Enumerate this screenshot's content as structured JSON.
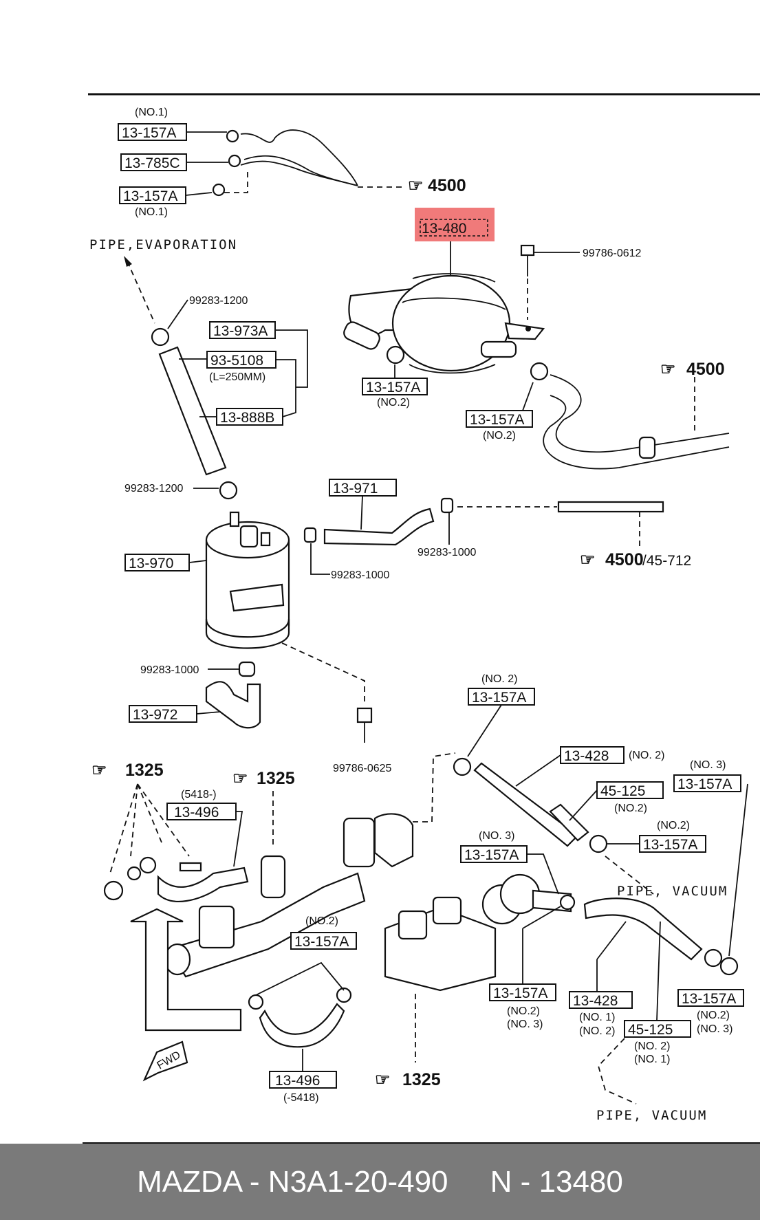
{
  "labels": {
    "l_157a_1": "13-157A",
    "l_785c": "13-785C",
    "l_157a_2": "13-157A",
    "l_480": "13-480",
    "l_973a": "13-973A",
    "l_5108": "93-5108",
    "l_888b": "13-888B",
    "l_157a_3": "13-157A",
    "l_157a_4": "13-157A",
    "l_971": "13-971",
    "l_970": "13-970",
    "l_972": "13-972",
    "l_496a": "13-496",
    "l_157a_5": "13-157A",
    "l_428a": "13-428",
    "l_125a": "45-125",
    "l_157a_6": "13-157A",
    "l_157a_7": "13-157A",
    "l_157a_8": "13-157A",
    "l_157a_9": "13-157A",
    "l_428b": "13-428",
    "l_125b": "45-125",
    "l_157a_10": "13-157A",
    "l_157a_11": "13-157A",
    "l_496b": "13-496"
  },
  "notes": {
    "n_no1_top": "(NO.1)",
    "n_no1_b": "(NO.1)",
    "n_no2_a": "(NO.2)",
    "n_no2_b": "(NO.2)",
    "n_l250": "(L=250MM)",
    "n_5418": "(5418-)",
    "n_no2_c": "(NO.2)",
    "n_no2_d": "(NO. 2)",
    "n_no2_e": "(NO. 2)",
    "n_no3_a": "(NO. 3)",
    "n_no2_f": "(NO.2)",
    "n_no3_b": "(NO. 3)",
    "n_no2_g": "(NO.2)",
    "n_no2_h": "(NO.2)",
    "n_no3_c": "(NO. 3)",
    "n_no1_c": "(NO. 1)",
    "n_no2_i": "(NO. 2)",
    "n_no2_j": "(NO.2)",
    "n_no3_d": "(NO. 3)",
    "n_no2_k": "(NO. 2)",
    "n_no1_d": "(NO. 1)",
    "n_m5418": "(-5418)"
  },
  "part_numbers": {
    "p_0612": "99786-0612",
    "p_1200a": "99283-1200",
    "p_1200b": "99283-1200",
    "p_1000a": "99283-1000",
    "p_1000b": "99283-1000",
    "p_1000c": "99283-1000",
    "p_0625": "99786-0625",
    "p_45712": "/45-712"
  },
  "refs": {
    "r_4500a": "4500",
    "r_4500b": "4500",
    "r_4500c": "4500",
    "r_1325a": "1325",
    "r_1325b": "1325",
    "r_1325c": "1325"
  },
  "captions": {
    "c_evap": "PIPE,EVAPORATION",
    "c_vac1": "PIPE, VACUUM",
    "c_vac2": "PIPE, VACUUM",
    "c_fwd": "FWD"
  },
  "highlight": {
    "part": "13-480",
    "color": "#f07a7a"
  },
  "footer": {
    "text": "MAZDA - N3A1-20-490     N - 13480",
    "background": "#7a7a7a"
  }
}
